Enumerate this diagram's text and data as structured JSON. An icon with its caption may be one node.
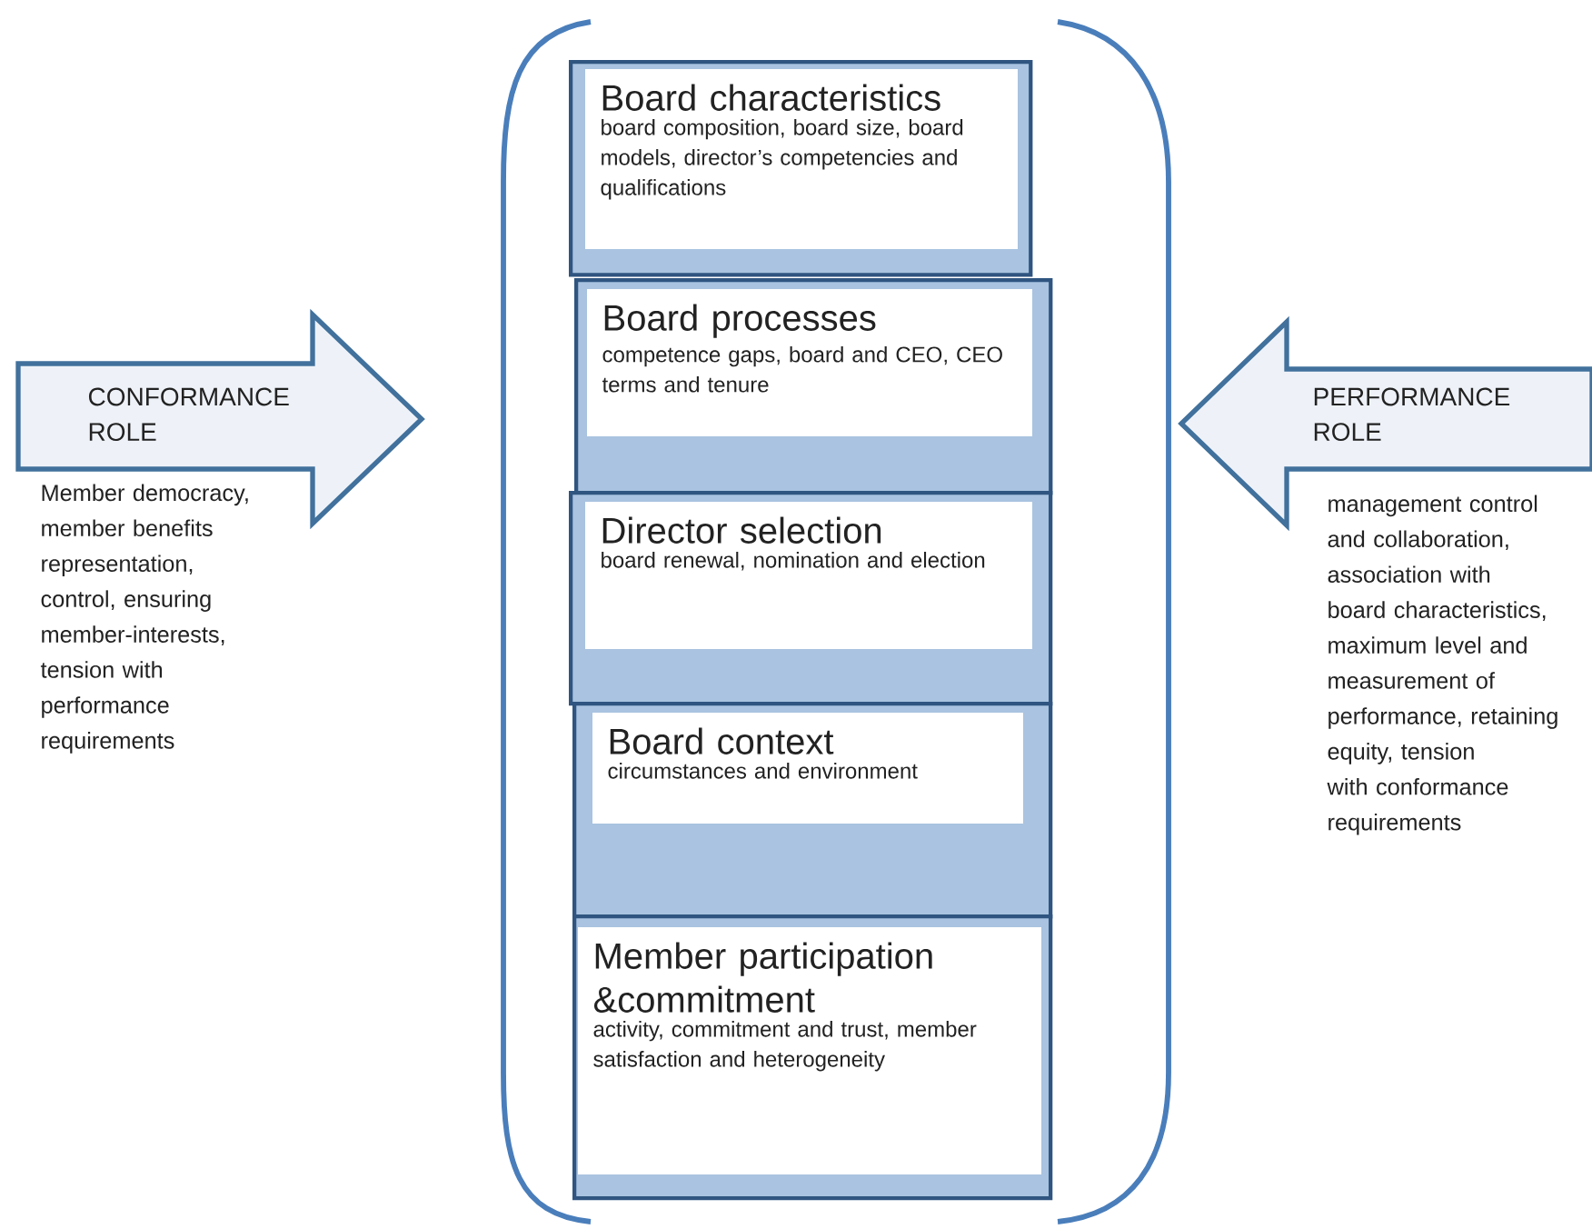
{
  "diagram": {
    "nodes": [
      {
        "text": [
          "CONFORMANCE ROLE"
        ],
        "beside": [
          "Member democracy, member benefits representation, control, ensuring member-interests, tension with performance requirements"
        ]
      },
      {
        "text": [
          "Board characteristics",
          "board composition, board size, board models, director’s competencies and qualifications"
        ]
      },
      {
        "text": [
          "Board processes",
          "competence gaps, board and CEO, CEO terms and tenure"
        ]
      },
      {
        "text": [
          "Director selection",
          "board renewal, nomination and election"
        ]
      },
      {
        "text": [
          "Board context",
          "circumstances and environment"
        ]
      },
      {
        "text": [
          "Member participation &commitment",
          "activity, commitment and trust, member satisfaction and heterogeneity"
        ]
      },
      {
        "text": [
          "PERFORMANCE ROLE"
        ],
        "beside": [
          "management control and collaboration, association with board characteristics, maximum level and measurement of performance, retaining equity, tension with conformance requirements"
        ]
      }
    ]
  }
}
